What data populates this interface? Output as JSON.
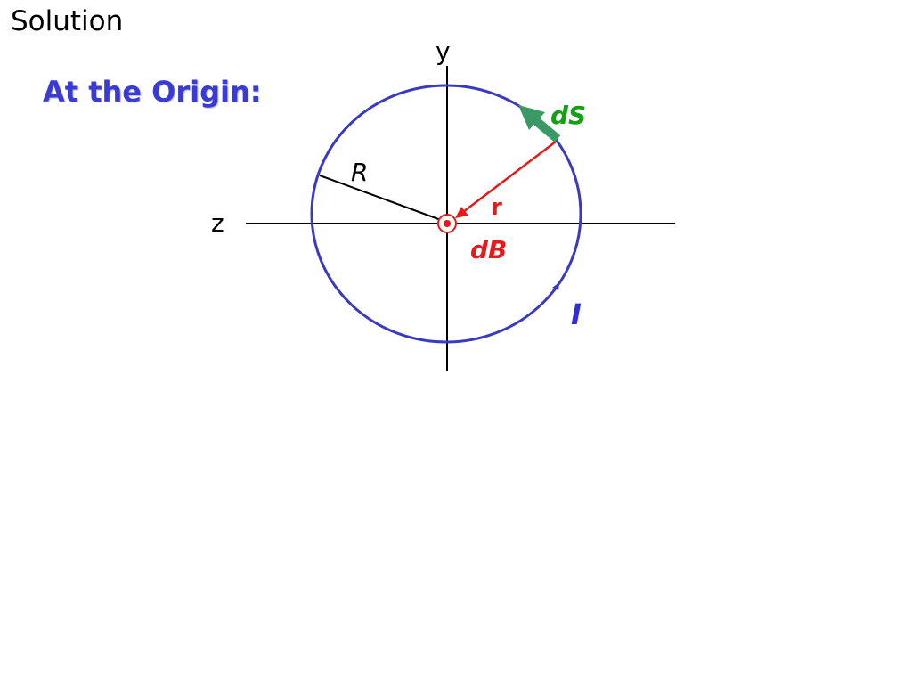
{
  "slide": {
    "title": "Solution",
    "subtitle": "At the Origin:"
  },
  "colors": {
    "loop": "#3a3ac0",
    "ds_vector": "#3a9a66",
    "ds_label": "#13a013",
    "r_vector": "#e21b1b",
    "current_label": "#3030d0",
    "axes": "#000000",
    "subtitle": "#3a3ad4"
  },
  "labels": {
    "y_axis": "y",
    "z_axis": "z",
    "radius": "R",
    "ds": "dS",
    "r": "r",
    "db": "dB",
    "current": "I"
  },
  "icons": {
    "db_out_of_page": "dot-in-circle-icon"
  }
}
